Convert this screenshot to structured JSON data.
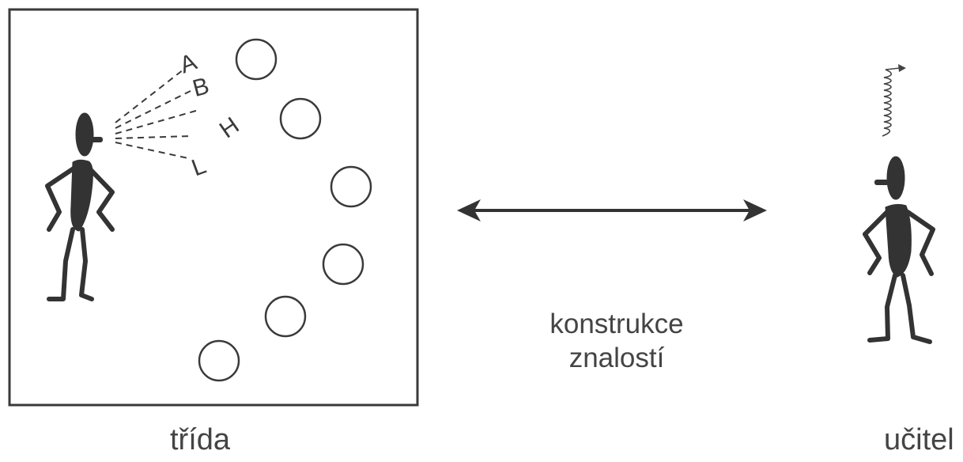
{
  "labels": {
    "classroom": "třída",
    "teacher": "učitel",
    "caption_line1": "konstrukce",
    "caption_line2": "znalostí"
  },
  "speech_letters": [
    "A",
    "B",
    "H",
    "L"
  ],
  "colors": {
    "stroke": "#3a3a3a",
    "figure": "#333333",
    "text": "#444444",
    "background": "#ffffff"
  },
  "icons": [
    "student-figure",
    "teacher-figure",
    "spring-icon",
    "double-arrow"
  ]
}
